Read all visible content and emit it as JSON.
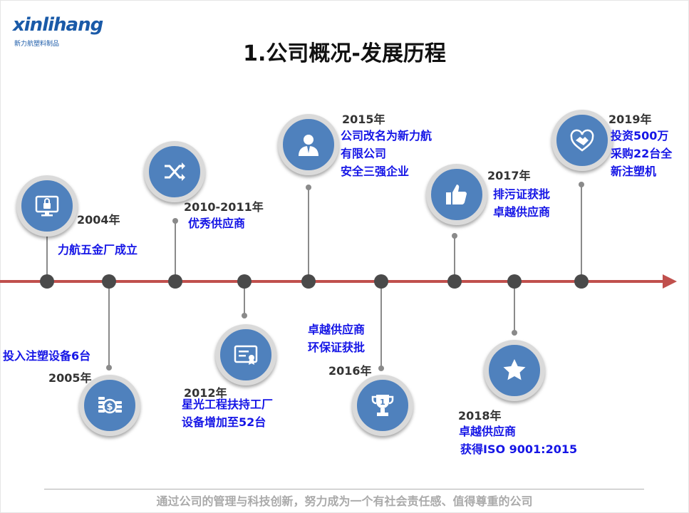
{
  "logo": {
    "word": "xinlihang",
    "sub": "新力航塑料制品"
  },
  "title": "1.公司概况-发展历程",
  "events": [
    {
      "year": "2004年",
      "lines": [
        "力航五金厂成立"
      ],
      "icon": "monitor-lock-icon"
    },
    {
      "year": "2005年",
      "lines": [
        "投入注塑设备6台"
      ],
      "icon": "coins-dollar-icon"
    },
    {
      "year": "2010-2011年",
      "lines": [
        "优秀供应商"
      ],
      "icon": "shuffle-icon"
    },
    {
      "year": "2012年",
      "lines": [
        "星光工程扶持工厂",
        "设备增加至52台"
      ],
      "icon": "certificate-icon"
    },
    {
      "year": "2015年",
      "lines": [
        "公司改名为新力航",
        "有限公司",
        "安全三强企业"
      ],
      "icon": "person-icon"
    },
    {
      "year": "2016年",
      "lines": [
        "卓越供应商",
        "环保证获批"
      ],
      "icon": "trophy-icon"
    },
    {
      "year": "2017年",
      "lines": [
        "排污证获批",
        "卓越供应商"
      ],
      "icon": "thumbs-up-icon"
    },
    {
      "year": "2018年",
      "lines": [
        "卓越供应商",
        "获得ISO 9001:2015"
      ],
      "icon": "star-icon"
    },
    {
      "year": "2019年",
      "lines": [
        "投资500万",
        "采购22台全",
        "新注塑机"
      ],
      "icon": "handshake-icon"
    }
  ],
  "footer": "通过公司的管理与科技创新，努力成为一个有社会责任感、值得尊重的公司",
  "colors": {
    "circle": "#4f81bd",
    "axis": "#c0504d",
    "desc": "#1515e6"
  }
}
